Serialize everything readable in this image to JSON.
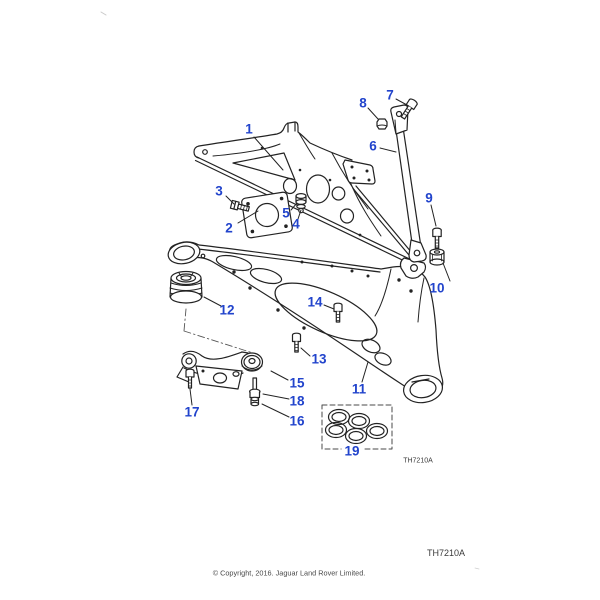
{
  "colors": {
    "callout_blue": "#2244cc",
    "line_ink": "#232323"
  },
  "callouts": [
    {
      "label": "1"
    },
    {
      "label": "2"
    },
    {
      "label": "3"
    },
    {
      "label": "4"
    },
    {
      "label": "5"
    },
    {
      "label": "6"
    },
    {
      "label": "7"
    },
    {
      "label": "8"
    },
    {
      "label": "9"
    },
    {
      "label": "10"
    },
    {
      "label": "11"
    },
    {
      "label": "12"
    },
    {
      "label": "13"
    },
    {
      "label": "14"
    },
    {
      "label": "15"
    },
    {
      "label": "16"
    },
    {
      "label": "17"
    },
    {
      "label": "18"
    },
    {
      "label": "19"
    }
  ],
  "diagram": {
    "code_label": "TH7210A"
  },
  "footer": {
    "code_label": "TH7210A",
    "copyright": "© Copyright, 2016. Jaguar Land Rover Limited."
  }
}
